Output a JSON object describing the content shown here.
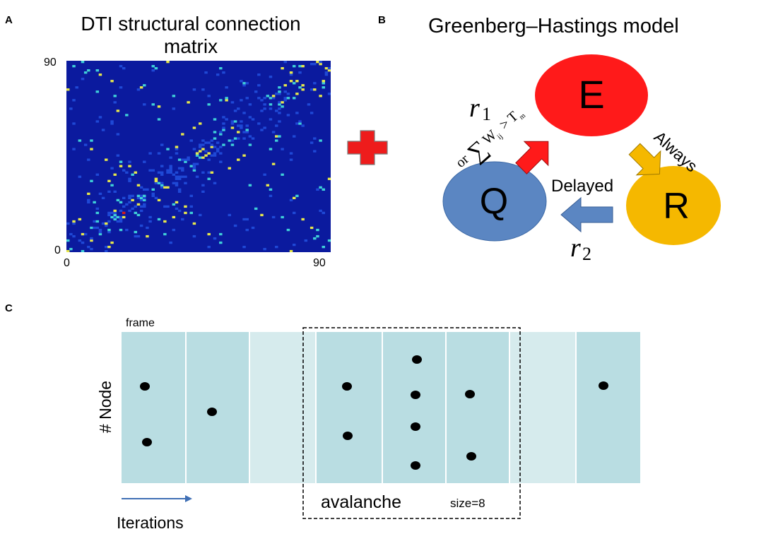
{
  "panel_a": {
    "letter": "A",
    "title_line1": "DTI structural connection",
    "title_line2": "matrix",
    "y_top": "90",
    "y_bottom": "0",
    "x_left": "0",
    "x_right": "90",
    "colors": {
      "background": "#0b1a9e",
      "low": "#1f49d6",
      "mid": "#3fd0d8",
      "high": "#e8e84a",
      "peak": "#d61a1a"
    }
  },
  "plus": {
    "color": "#ee1c1c"
  },
  "panel_b": {
    "letter": "B",
    "title": "Greenberg–Hastings model",
    "nodes": {
      "E": {
        "label": "E",
        "color": "#ff1a1a"
      },
      "R": {
        "label": "R",
        "color": "#f5b800"
      },
      "Q": {
        "label": "Q",
        "color": "#5b86c2"
      }
    },
    "labels": {
      "always": "Always",
      "delayed": "Delayed",
      "r": "r",
      "r1_sub": "1",
      "r2_sub": "2",
      "or": "or",
      "sum": "∑",
      "W": "W",
      "ij": "ij",
      "gt": ">",
      "T": "T",
      "m": "m"
    }
  },
  "panel_c": {
    "letter": "C",
    "frame_label": "frame",
    "y_label": "# Node",
    "x_label": "Iterations",
    "avalanche_label": "avalanche",
    "size_label": "size=8",
    "colors": {
      "frame": "#b9dde2",
      "empty_frame": "#d6ebed",
      "dot": "#000000",
      "arrow": "#3f6fb5"
    }
  }
}
